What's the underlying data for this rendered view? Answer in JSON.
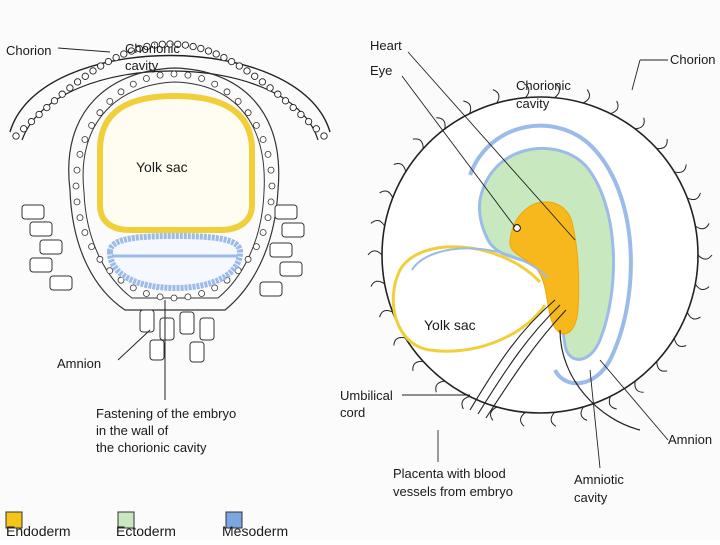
{
  "left_diagram": {
    "chorion": "Chorion",
    "chorionic_cavity_line1": "Chorionic",
    "chorionic_cavity_line2": "cavity",
    "yolk_sac": "Yolk sac",
    "amnion": "Amnion",
    "fastening_line1": "Fastening of the embryo",
    "fastening_line2": "in the wall of",
    "fastening_line3": "the chorionic cavity"
  },
  "right_diagram": {
    "heart": "Heart",
    "eye": "Eye",
    "chorion": "Chorion",
    "chorionic_cavity_line1": "Chorionic",
    "chorionic_cavity_line2": "cavity",
    "yolk_sac": "Yolk sac",
    "umbilical_line1": "Umbilical",
    "umbilical_line2": "cord",
    "placenta_line1": "Placenta with blood",
    "placenta_line2": "vessels from embryo",
    "amnion": "Amnion",
    "amniotic_line1": "Amniotic",
    "amniotic_line2": "cavity"
  },
  "legend": [
    {
      "label": "Endoderm",
      "color": "#f5c518"
    },
    {
      "label": "Ectoderm",
      "color": "#c8e8c0"
    },
    {
      "label": "Mesoderm",
      "color": "#7aa7e0"
    }
  ],
  "colors": {
    "endoderm": "#f5c518",
    "ectoderm": "#c8e8c0",
    "mesoderm": "#7aa7e0",
    "yolk_line": "#f1cf3a",
    "meso_line": "#9bbbe8",
    "heart_fill": "#f6b81c"
  }
}
